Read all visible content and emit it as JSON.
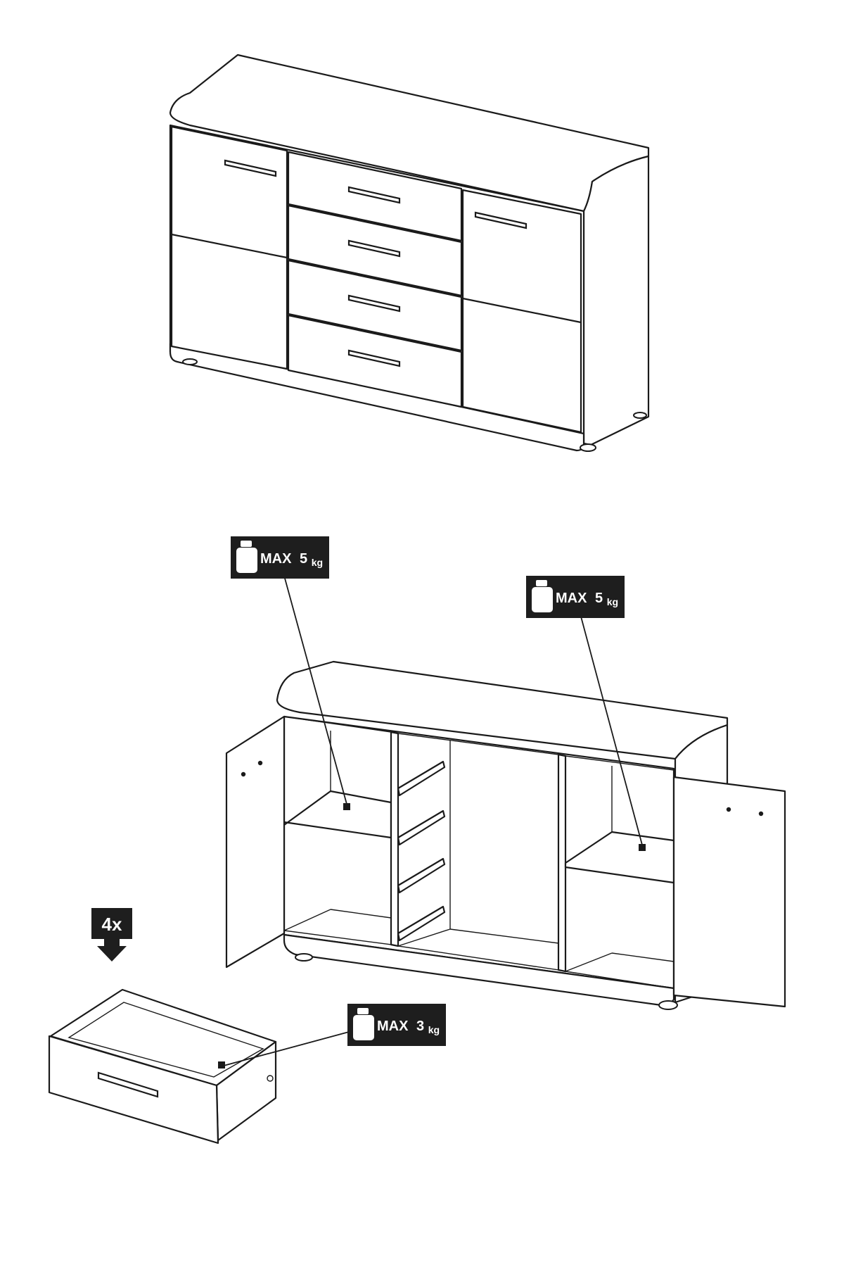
{
  "labels": {
    "shelf_left": {
      "prefix": "MAX",
      "value": "5",
      "unit": "kg"
    },
    "shelf_right": {
      "prefix": "MAX",
      "value": "5",
      "unit": "kg"
    },
    "drawer": {
      "prefix": "MAX",
      "value": "3",
      "unit": "kg"
    },
    "quantity": "4x"
  },
  "icons": [
    "weight-icon",
    "down-arrow-icon"
  ]
}
